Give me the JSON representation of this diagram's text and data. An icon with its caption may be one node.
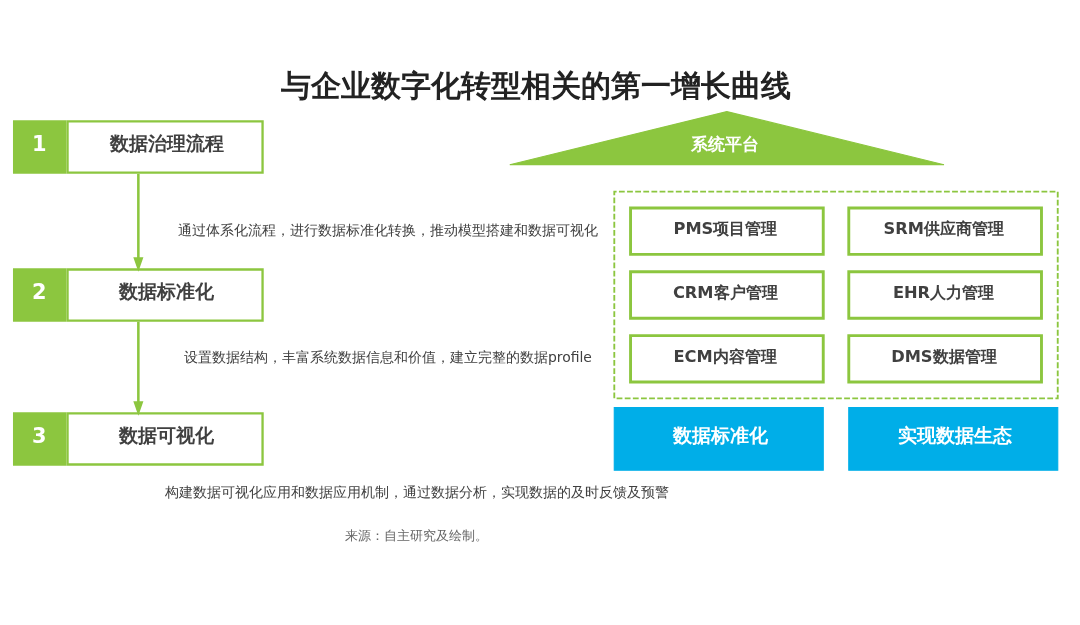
{
  "diagram": {
    "title": "与企业数字化转型相关的第一增长曲线",
    "nodes": [
      {
        "text": [
          "1",
          "数据治理流程"
        ],
        "beside": [
          "通过体系化流程，进行数据标准化转换，推动模型搭建和数据可视化"
        ]
      },
      {
        "text": [
          "2",
          "数据标准化"
        ],
        "beside": [
          "设置数据结构，丰富系统数据信息和价值，建立完整的数据profile"
        ]
      },
      {
        "text": [
          "3",
          "数据可视化"
        ],
        "beside": [
          "构建数据可视化应用和数据应用机制，通过数据分析，实现数据的及时反馈及预警"
        ]
      },
      {
        "text": [
          "系统平台"
        ]
      },
      {
        "text": [],
        "shape": "box"
      },
      {
        "text": [
          "PMS项目管理"
        ],
        "in": 4
      },
      {
        "text": [
          "SRM供应商管理"
        ],
        "in": 4
      },
      {
        "text": [
          "CRM客户管理"
        ],
        "in": 4
      },
      {
        "text": [
          "EHR人力管理"
        ],
        "in": 4
      },
      {
        "text": [
          "ECM内容管理"
        ],
        "in": 4
      },
      {
        "text": [
          "DMS数据管理"
        ],
        "in": 4
      },
      {
        "text": [
          "数据标准化"
        ]
      },
      {
        "text": [
          "实现数据生态"
        ]
      }
    ],
    "edges": [
      {
        "from": 0,
        "to": 1,
        "arrow": "to"
      },
      {
        "from": 1,
        "to": 2,
        "arrow": "to"
      }
    ],
    "labels": [
      "来源：自主研究及绘制。"
    ]
  }
}
